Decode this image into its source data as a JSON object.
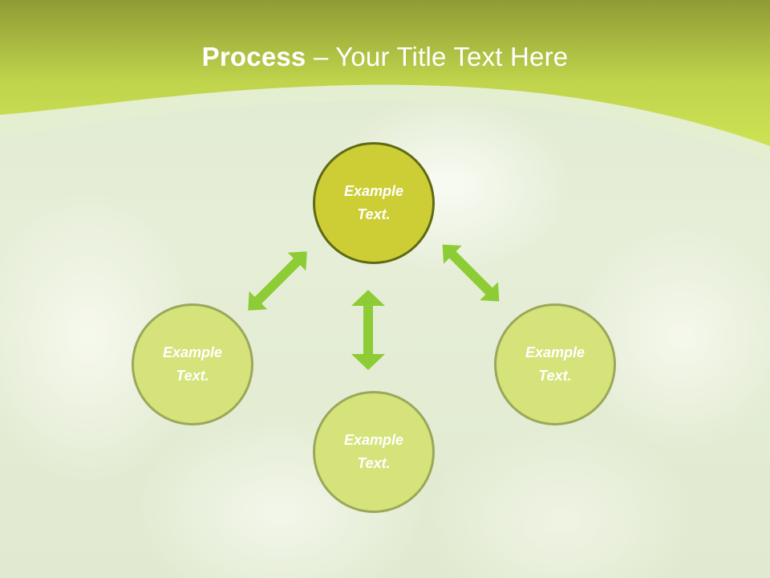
{
  "slide": {
    "title_bold": "Process",
    "title_rest": " – Your Title Text Here",
    "colors": {
      "header_top": "#8f9b35",
      "header_bottom": "#c8dc4e",
      "main_circle_fill": "#cdcd35",
      "main_circle_border": "#5f6a14",
      "sub_circle_fill": "#d6e27a",
      "sub_circle_border": "#9aa85a",
      "arrow": "#8dcc35"
    }
  },
  "diagram": {
    "center_top": {
      "label": "Example Text."
    },
    "left": {
      "label": "Example Text."
    },
    "bottom": {
      "label": "Example Text."
    },
    "right": {
      "label": "Example Text."
    },
    "arrows": [
      "top-left double arrow",
      "vertical double arrow",
      "top-right double arrow"
    ]
  }
}
